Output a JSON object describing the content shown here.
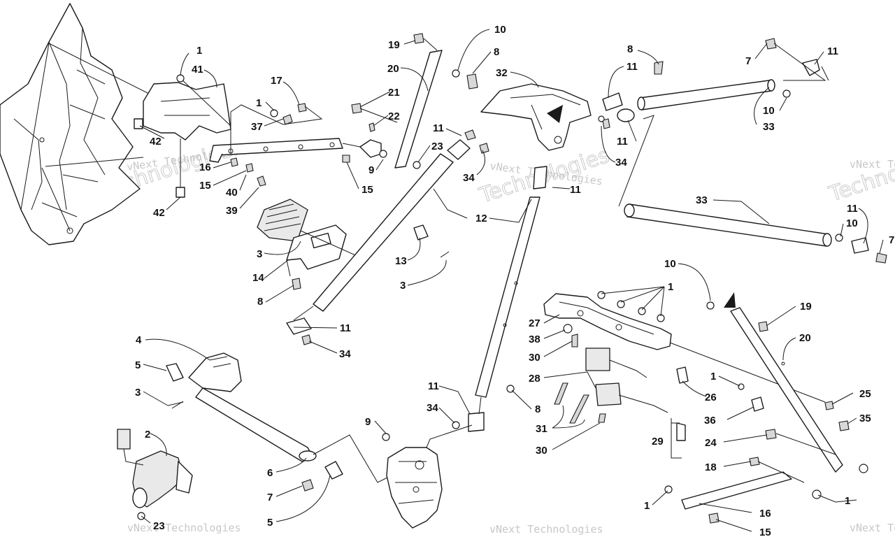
{
  "watermarks": {
    "small": "vNext Technologies",
    "large": "Technologies"
  },
  "callouts": {
    "c1_a": "1",
    "c41": "41",
    "c42_a": "42",
    "c42_b": "42",
    "c17": "17",
    "c1_b": "1",
    "c37": "37",
    "c16_a": "16",
    "c15_a": "15",
    "c40": "40",
    "c39": "39",
    "c9_a": "9",
    "c15_b": "15",
    "c19_a": "19",
    "c20_a": "20",
    "c21": "21",
    "c22": "22",
    "c23_a": "23",
    "c10_a": "10",
    "c8_a": "8",
    "c32": "32",
    "c11_a": "11",
    "c34_a": "34",
    "c11_b": "11",
    "c12": "12",
    "c8_b": "8",
    "c11_c": "11",
    "c11_d": "11",
    "c34_b": "34",
    "c7_a": "7",
    "c11_e": "11",
    "c10_b": "10",
    "c33_a": "33",
    "c33_b": "33",
    "c11_f": "11",
    "c10_c": "10",
    "c7_b": "7",
    "c3_a": "3",
    "c14": "14",
    "c8_c": "8",
    "c13": "13",
    "c3_b": "3",
    "c11_g": "11",
    "c34_c": "34",
    "c4": "4",
    "c5_a": "5",
    "c3_c": "3",
    "c2": "2",
    "c6": "6",
    "c7_c": "7",
    "c5_b": "5",
    "c23_b": "23",
    "c9_b": "9",
    "c11_h": "11",
    "c34_d": "34",
    "c8_d": "8",
    "c10_d": "10",
    "c1_c": "1",
    "c27": "27",
    "c38": "38",
    "c30_a": "30",
    "c28": "28",
    "c31": "31",
    "c30_b": "30",
    "c26": "26",
    "c29": "29",
    "c19_b": "19",
    "c20_b": "20",
    "c1_d": "1",
    "c25": "25",
    "c36": "36",
    "c35": "35",
    "c24": "24",
    "c18": "18",
    "c1_e": "1",
    "c16_b": "16",
    "c1_f": "1",
    "c15_c": "15"
  }
}
